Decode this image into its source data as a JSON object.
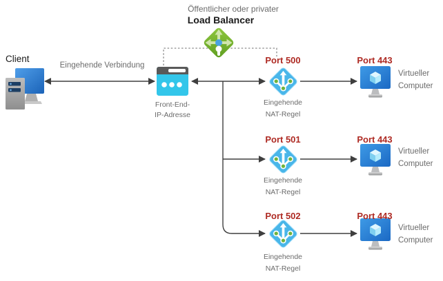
{
  "header": {
    "title_line1": "Öffentlicher oder privater",
    "title_line2": "Load Balancer"
  },
  "client": {
    "label": "Client"
  },
  "connection": {
    "label": "Eingehende Verbindung"
  },
  "frontend": {
    "line1": "Front-End-",
    "line2": "IP-Adresse"
  },
  "nat_rules": [
    {
      "port": "Port 500",
      "line1": "Eingehende",
      "line2": "NAT-Regel"
    },
    {
      "port": "Port 501",
      "line1": "Eingehende",
      "line2": "NAT-Regel"
    },
    {
      "port": "Port 502",
      "line1": "Eingehende",
      "line2": "NAT-Regel"
    }
  ],
  "vms": [
    {
      "port": "Port 443",
      "line1": "Virtueller",
      "line2": "Computer"
    },
    {
      "port": "Port 443",
      "line1": "Virtueller",
      "line2": "Computer"
    },
    {
      "port": "Port 443",
      "line1": "Virtueller",
      "line2": "Computer"
    }
  ],
  "icons": {
    "load_balancer": "load-balancer-icon",
    "client": "client-computer-icon",
    "frontend_ip": "frontend-ip-icon",
    "nat_rule": "inbound-nat-rule-icon",
    "virtual_machine": "virtual-machine-icon"
  },
  "colors": {
    "port_red": "#ae2a23",
    "label_gray": "#6b6b6b",
    "text_black": "#1a1a1a",
    "line": "#3f3f3f",
    "dashed_line": "#8a8a8a",
    "lb_green": "#76b93a",
    "nat_blue": "#49b6e9",
    "frontend_cyan": "#33c6ea",
    "vm_blue": "#2478d0"
  }
}
